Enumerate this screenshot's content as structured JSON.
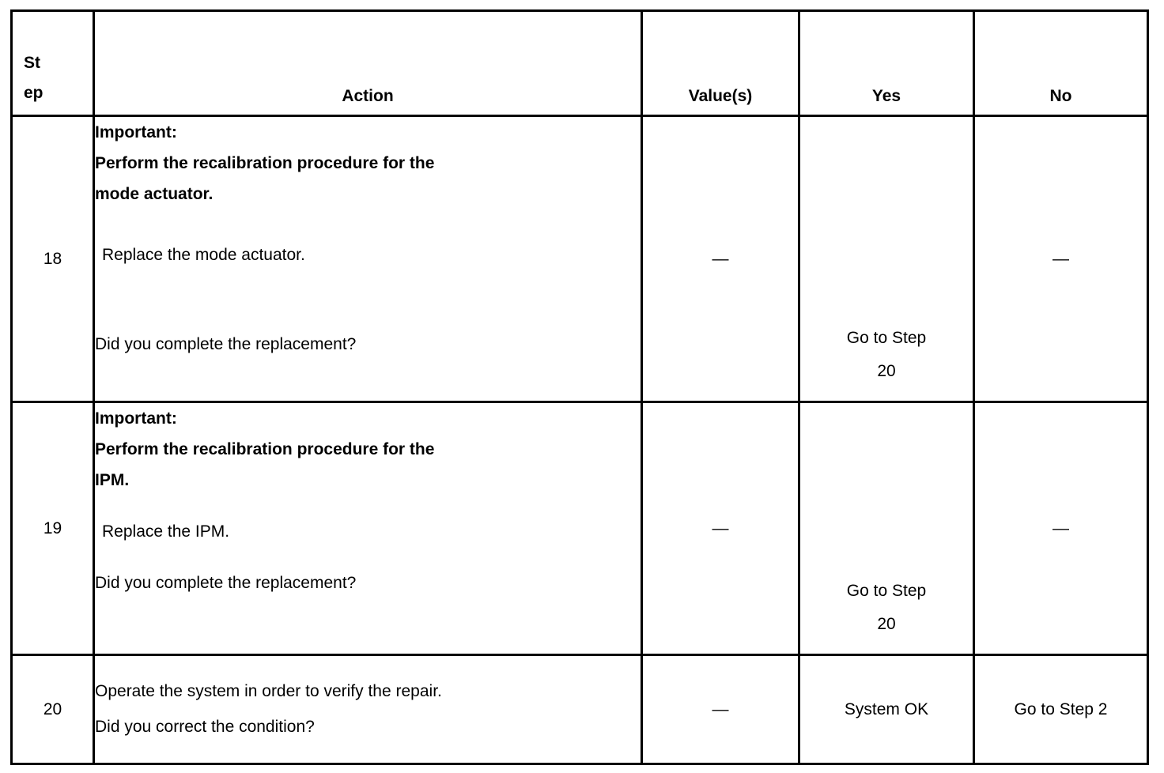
{
  "table": {
    "columns": [
      {
        "key": "step",
        "label": "St\nep",
        "label_lines": [
          "St",
          "ep"
        ]
      },
      {
        "key": "action",
        "label": "Action"
      },
      {
        "key": "value",
        "label": "Value(s)"
      },
      {
        "key": "yes",
        "label": "Yes"
      },
      {
        "key": "no",
        "label": "No"
      }
    ],
    "rows": [
      {
        "step": "18",
        "action": {
          "important_label": "Important:",
          "important_text_line1": "Perform the recalibration procedure for the",
          "important_text_line2": "mode actuator.",
          "instruction": " Replace the mode actuator.",
          "question": "Did you complete the replacement?"
        },
        "value": "—",
        "yes_line1": "Go to Step",
        "yes_line2": "20",
        "no": "—"
      },
      {
        "step": "19",
        "action": {
          "important_label": "Important:",
          "important_text_line1": "Perform the recalibration procedure for the",
          "important_text_line2": "IPM.",
          "instruction": " Replace the IPM.",
          "question": "Did you complete the replacement?"
        },
        "value": "—",
        "yes_line1": "Go to Step",
        "yes_line2": "20",
        "no": "—"
      },
      {
        "step": "20",
        "action": {
          "line1": "Operate the system in order to verify the repair.",
          "line2": "Did you correct the condition?"
        },
        "value": "—",
        "yes": "System OK",
        "no": "Go to Step 2"
      }
    ]
  },
  "colors": {
    "border": "#000000",
    "text": "#000000",
    "background": "#ffffff"
  }
}
